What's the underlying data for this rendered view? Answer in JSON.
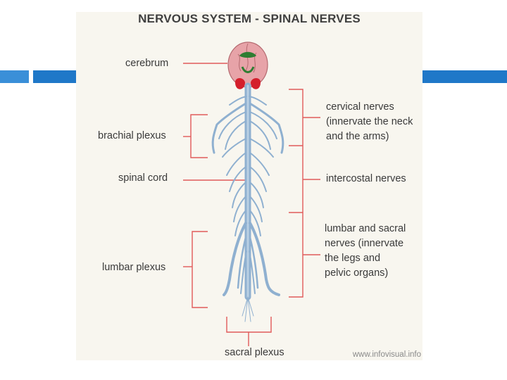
{
  "diagram": {
    "title": "NERVOUS SYSTEM - SPINAL NERVES",
    "labels": {
      "cerebrum": "cerebrum",
      "brachial_plexus": "brachial plexus",
      "spinal_cord": "spinal cord",
      "lumbar_plexus": "lumbar plexus",
      "sacral_plexus": "sacral plexus",
      "cervical_nerves": [
        "cervical nerves",
        "(innervate the neck",
        "and the arms)"
      ],
      "intercostal_nerves": "intercostal nerves",
      "lumbar_sacral_nerves": [
        "lumbar and sacral",
        "nerves (innervate",
        "the legs and",
        "pelvic organs)"
      ]
    },
    "watermark": "www.infovisual.info"
  },
  "colors": {
    "accent_bar": "#1f78c8",
    "leader_line": "#e05a5a",
    "nerve": "#8fb0d0",
    "brain": "#e7a3a8",
    "cerebellum": "#d41f2c"
  }
}
